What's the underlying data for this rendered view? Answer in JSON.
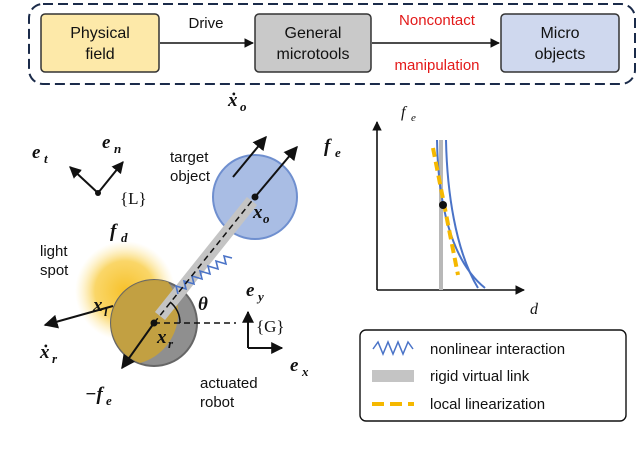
{
  "flow": {
    "box1": [
      "Physical",
      "field"
    ],
    "box2": [
      "General",
      "microtools"
    ],
    "box3": [
      "Micro",
      "objects"
    ],
    "edge1": "Drive",
    "edge2_top": "Noncontact",
    "edge2_bottom": "manipulation"
  },
  "labels": {
    "target": [
      "target",
      "object"
    ],
    "light": [
      "light",
      "spot"
    ],
    "robot": [
      "actuated",
      "robot"
    ],
    "frame_L": "{L}",
    "frame_G": "{G}",
    "theta": "θ",
    "e_t": "e",
    "e_t_sub": "t",
    "e_n": "e",
    "e_n_sub": "n",
    "e_y": "e",
    "e_y_sub": "y",
    "e_x": "e",
    "e_x_sub": "x",
    "f_d": "f",
    "f_d_sub": "d",
    "f_e": "f",
    "f_e_sub": "e",
    "neg_f_e": "−f",
    "neg_f_e_sub": "e",
    "x_o": "x",
    "x_o_sub": "o",
    "x_l": "x",
    "x_l_sub": "l",
    "x_r": "x",
    "x_r_sub": "r",
    "xdot_o": "ẋ",
    "xdot_o_sub": "o",
    "xdot_r": "ẋ",
    "xdot_r_sub": "r"
  },
  "plot": {
    "ylabel": "f",
    "ylabel_sub": "e",
    "xlabel": "d"
  },
  "legend": {
    "items": [
      "nonlinear interaction",
      "rigid virtual link",
      "local linearization"
    ]
  },
  "colors": {
    "box1_fill": "#fde9a9",
    "box2_fill": "#c9c9c9",
    "box3_fill": "#cfd8ee",
    "target_fill": "#a9bde4",
    "robot_fill": "#8f8f8f",
    "light_fill": "#f7c12a",
    "spring": "#4a73c7",
    "red_text": "#e31919",
    "linearization": "#f5b800"
  }
}
